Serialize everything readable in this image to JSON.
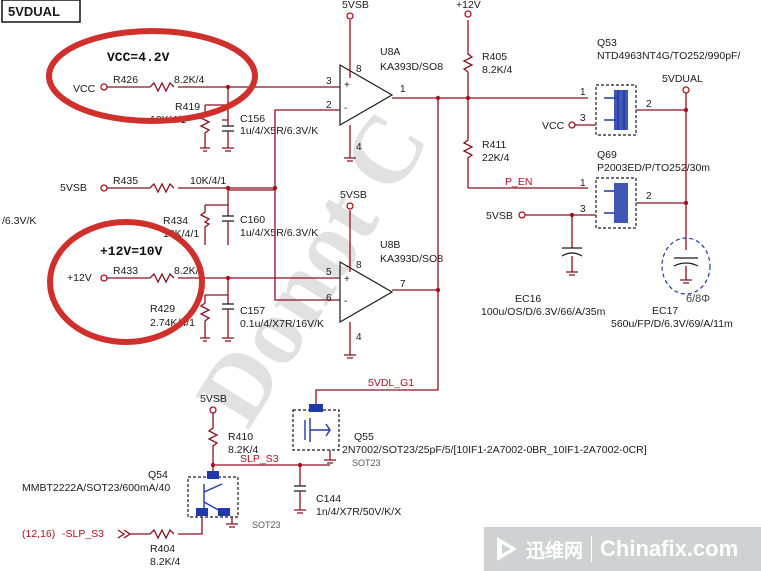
{
  "top_label": "5VDUAL",
  "watermark": "Donot C",
  "annotations": {
    "vcc": "VCC=4.2V",
    "v12": "+12V=10V"
  },
  "rails": {
    "vsb": "5VSB",
    "p12": "+12V",
    "vdual": "5VDUAL"
  },
  "left_margin_text": "/6.3V/K",
  "components": {
    "r426": {
      "ref": "R426",
      "val": "8.2K/4"
    },
    "r419": {
      "ref": "R419",
      "val": "12K/4/1"
    },
    "c156": {
      "ref": "C156",
      "val": "1u/4/X5R/6.3V/K"
    },
    "r435": {
      "ref": "R435",
      "val": "10K/4/1"
    },
    "r434": {
      "ref": "R434",
      "val": "10K/4/1"
    },
    "c160": {
      "ref": "C160",
      "val": "1u/4/X5R/6.3V/K"
    },
    "r433": {
      "ref": "R433",
      "val": "8.2K/4"
    },
    "r429": {
      "ref": "R429",
      "val": "2.74K/4/1"
    },
    "c157": {
      "ref": "C157",
      "val": "0.1u/4/X7R/16V/K"
    },
    "u8a": {
      "ref": "U8A",
      "val": "KA393D/SO8"
    },
    "u8b": {
      "ref": "U8B",
      "val": "KA393D/SO8"
    },
    "r405": {
      "ref": "R405",
      "val": "8.2K/4"
    },
    "r411": {
      "ref": "R411",
      "val": "22K/4"
    },
    "q53": {
      "ref": "Q53",
      "val": "NTD4963NT4G/TO252/990pF/"
    },
    "q69": {
      "ref": "Q69",
      "val": "P2003ED/P/TO252/30m"
    },
    "ec16": {
      "ref": "EC16",
      "val": "100u/OS/D/6.3V/66/A/35m"
    },
    "ec17": {
      "ref": "EC17",
      "val": "560u/FP/D/6.3V/69/A/11m"
    },
    "ec17_note": "6/8Φ",
    "r410": {
      "ref": "R410",
      "val": "8.2K/4"
    },
    "q55": {
      "ref": "Q55",
      "val": "2N7002/SOT23/25pF/5/[10IF1-2A7002-0BR_10IF1-2A7002-0CR]",
      "pkg": "SOT23"
    },
    "q54": {
      "ref": "Q54",
      "val": "MMBT2222A/SOT23/600mA/40",
      "pkg": "SOT23"
    },
    "c144": {
      "ref": "C144",
      "val": "1n/4/X7R/50V/K/X"
    },
    "r404": {
      "ref": "R404",
      "val": "8.2K/4"
    }
  },
  "nets": {
    "vcc": "VCC",
    "p_en": "P_EN",
    "vdl_g1": "5VDL_G1",
    "slp_s3": "SLP_S3",
    "slp_in": "-SLP_S3",
    "slp_ref": "(12,16)"
  },
  "pins": {
    "p1": "1",
    "p2": "2",
    "p3": "3",
    "p4": "4",
    "p5": "5",
    "p6": "6",
    "p7": "7",
    "p8": "8"
  },
  "footer": {
    "brand_cn": "迅维网",
    "brand_en": "Chinafix.com"
  },
  "colors": {
    "wire": "#8e1020",
    "annotation_circle": "#d0302c",
    "ic_part": "#1f3aa8",
    "footer_bg": "#cfd1d3"
  }
}
